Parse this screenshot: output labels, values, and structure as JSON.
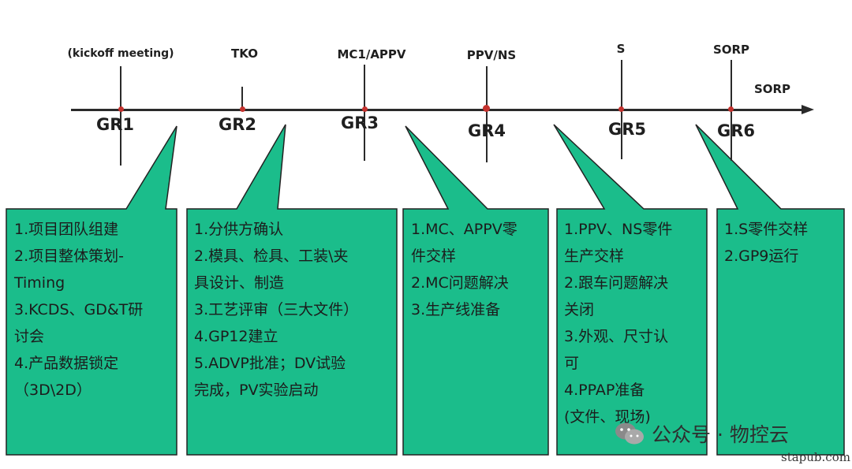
{
  "timeline": {
    "milestones": [
      {
        "label": "(kickoff  meeting)",
        "gate": "GR1"
      },
      {
        "label": "TKO",
        "gate": "GR2"
      },
      {
        "label": "MC1/APPV",
        "gate": "GR3"
      },
      {
        "label": "PPV/NS",
        "gate": "GR4"
      },
      {
        "label": "S",
        "gate": "GR5"
      },
      {
        "label": "SORP",
        "gate": "GR6"
      }
    ],
    "end_label": "SORP"
  },
  "boxes": [
    {
      "lines": [
        "1.项目团队组建",
        "2.项目整体策划-",
        "Timing",
        "3.KCDS、GD&T研",
        "讨会",
        "4.产品数据锁定",
        "（3D\\2D）"
      ]
    },
    {
      "lines": [
        "1.分供方确认",
        "2.模具、检具、工装\\夹",
        "具设计、制造",
        "3.工艺评审（三大文件）",
        "4.GP12建立",
        "5.ADVP批准；DV试验",
        "完成，PV实验启动"
      ]
    },
    {
      "lines": [
        "1.MC、APPV零",
        "件交样",
        "2.MC问题解决",
        "3.生产线准备"
      ]
    },
    {
      "lines": [
        "1.PPV、NS零件",
        "生产交样",
        "2.跟车问题解决",
        "关闭",
        "3.外观、尺寸认",
        "可",
        "4.PPAP准备",
        "(文件、现场)"
      ]
    },
    {
      "lines": [
        "1.S零件交样",
        "2.GP9运行"
      ]
    }
  ],
  "colors": {
    "box_fill": "#1bbd8b",
    "box_stroke": "#222222",
    "line": "#2a2a2a",
    "dot": "#c4322e"
  },
  "watermark": {
    "text": "公众号 · 物控云",
    "icon": "wechat-icon"
  },
  "site": "stapub.com"
}
